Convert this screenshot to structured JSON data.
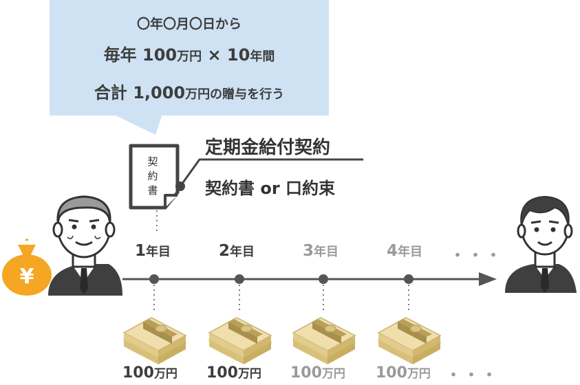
{
  "callout": {
    "line1": "〇年〇月〇日から",
    "line2_a": "毎年 100",
    "line2_b": "万円",
    "line2_c": " × 10",
    "line2_d": "年間",
    "line3_a": "合計 1,000",
    "line3_b": "万円の贈与を行う"
  },
  "document": {
    "icon_text": [
      "契",
      "約",
      "書"
    ],
    "title": "定期金給付契約",
    "subtitle": "契約書 or 口約束"
  },
  "giver_badge_symbol": "¥",
  "timeline": {
    "years": [
      {
        "num": "1",
        "unit": "年目",
        "amount_num": "100",
        "amount_unit": "万円",
        "faded": false
      },
      {
        "num": "2",
        "unit": "年目",
        "amount_num": "100",
        "amount_unit": "万円",
        "faded": false
      },
      {
        "num": "3",
        "unit": "年目",
        "amount_num": "100",
        "amount_unit": "万円",
        "faded": true
      },
      {
        "num": "4",
        "unit": "年目",
        "amount_num": "100",
        "amount_unit": "万円",
        "faded": true
      }
    ],
    "ellipsis": "・・・"
  },
  "colors": {
    "callout_bg": "#cfe2f3",
    "line": "#555555",
    "dark_text": "#3d3d3d",
    "faded_text": "#9a9a9a",
    "money_bag": "#f5a623",
    "bills": "#e8d49a",
    "bill_band": "#b9a05a"
  }
}
